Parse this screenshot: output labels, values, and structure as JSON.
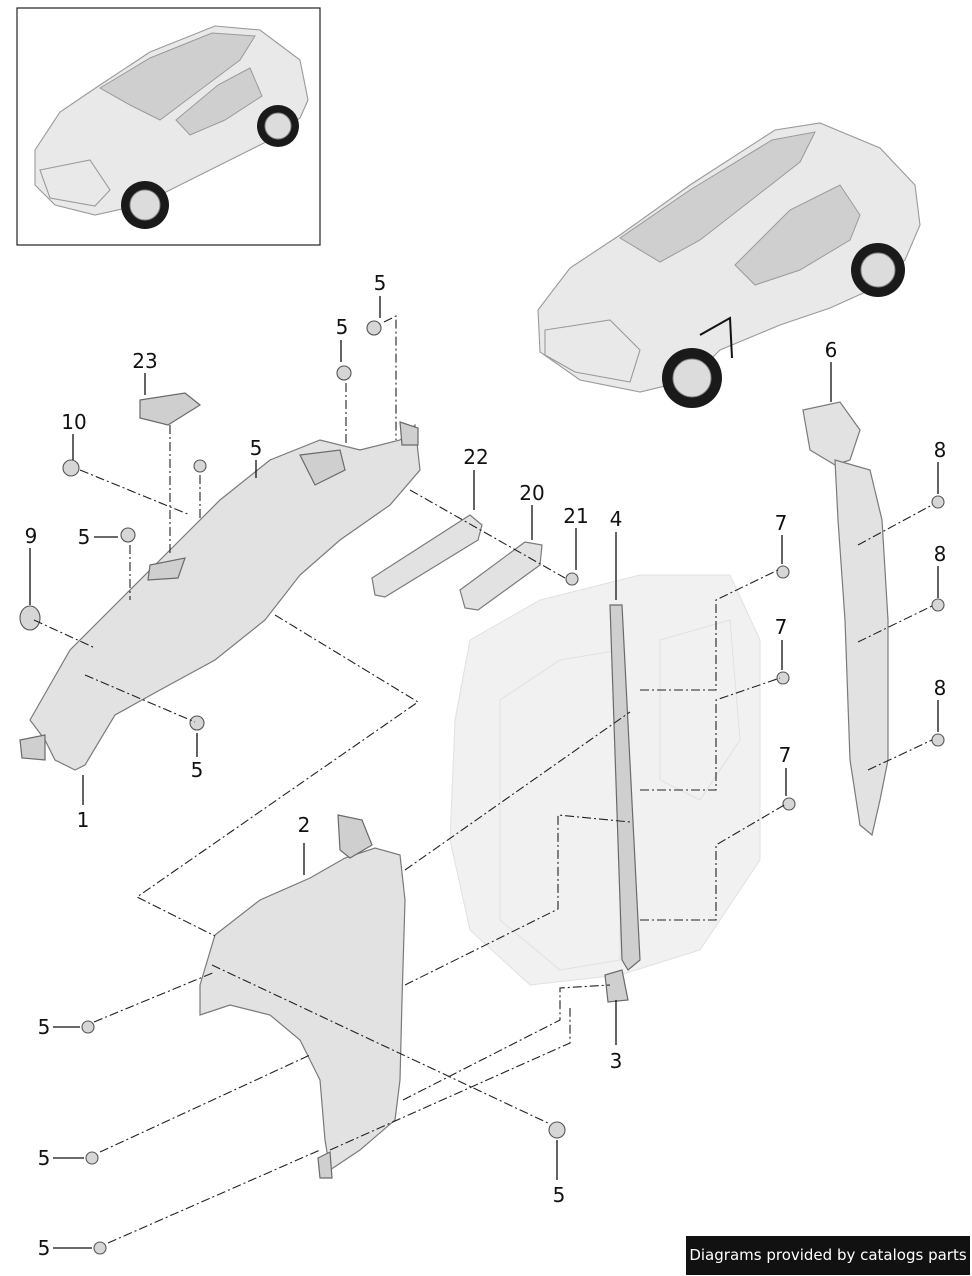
{
  "labels": {
    "p1": "1",
    "p2": "2",
    "p3": "3",
    "p4": "4",
    "p6": "6",
    "p5a": "5",
    "p5b": "5",
    "p5c": "5",
    "p5d": "5",
    "p5e": "5",
    "p5f": "5",
    "p5g": "5",
    "p5h": "5",
    "p5i": "5",
    "p7a": "7",
    "p7b": "7",
    "p7c": "7",
    "p8a": "8",
    "p8b": "8",
    "p8c": "8",
    "p9": "9",
    "p10": "10",
    "p20": "20",
    "p21": "21",
    "p22": "22",
    "p23": "23"
  },
  "credit": "Diagrams provided by catalogs parts"
}
